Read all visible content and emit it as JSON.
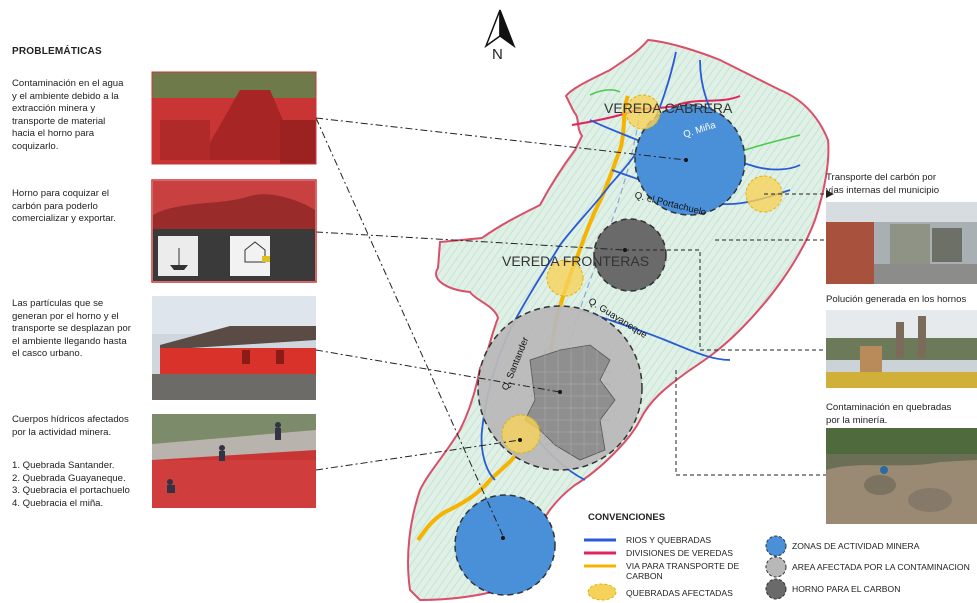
{
  "north_label": "N",
  "problems_title": "PROBLEMÁTICAS",
  "problems": [
    {
      "text_lines": [
        "Contaminación en el agua",
        "y el ambiente debido a la",
        "extracción minera y",
        "transporte de material",
        "hacia el horno para",
        "coquizarlo."
      ]
    },
    {
      "text_lines": [
        "Horno para coquizar el",
        "carbón para poderlo",
        "comercializar y exportar."
      ]
    },
    {
      "text_lines": [
        "Las partículas que se",
        "generan por el horno y el",
        "transporte se desplazan por",
        "el ambiente llegando hasta",
        "el casco urbano."
      ]
    },
    {
      "text_lines": [
        "Cuerpos hídricos afectados",
        "por la actividad minera."
      ]
    }
  ],
  "streams_list": [
    "1.   Quebrada Santander.",
    "2.   Quebrada Guayaneque.",
    "3.   Quebracia el portachuelo",
    "4.   Quebracia el miña."
  ],
  "map_labels": {
    "vereda_cabrera": "VEREDA CABRERA",
    "vereda_fronteras": "VEREDA FRONTERAS",
    "q_mina": "Q. Miña",
    "q_portachuelo": "Q. el Portachuelo",
    "q_guayaneque": "Q. Guayaneque",
    "q_santander": "Q. Santander"
  },
  "right_captions": {
    "transport": [
      "Transporte del carbón por",
      "vías internas del municipio"
    ],
    "pollution": [
      "Polución generada en los hornos"
    ],
    "streams": [
      "Contaminación en quebradas",
      "por la minería."
    ]
  },
  "legend": {
    "title": "CONVENCIONES",
    "lines": [
      {
        "label": "RIOS Y QUEBRADAS",
        "color": "#2a5bd7"
      },
      {
        "label": "DIVISIONES DE VEREDAS",
        "color": "#e0245e"
      },
      {
        "label_lines": [
          "VIA PARA TRANSPORTE DE",
          "CARBON"
        ],
        "color": "#f5b400"
      },
      {
        "label": "QUEBRADAS AFECTADAS",
        "color": "#f7d25a"
      }
    ],
    "zones": [
      {
        "label": "ZONAS DE ACTIVIDAD MINERA",
        "color": "#4a90d9"
      },
      {
        "label": "AREA AFECTADA POR LA CONTAMINACION",
        "color": "#b8b8b8"
      },
      {
        "label": "HORNO PARA EL CARBON",
        "color": "#6a6a6a"
      }
    ]
  }
}
